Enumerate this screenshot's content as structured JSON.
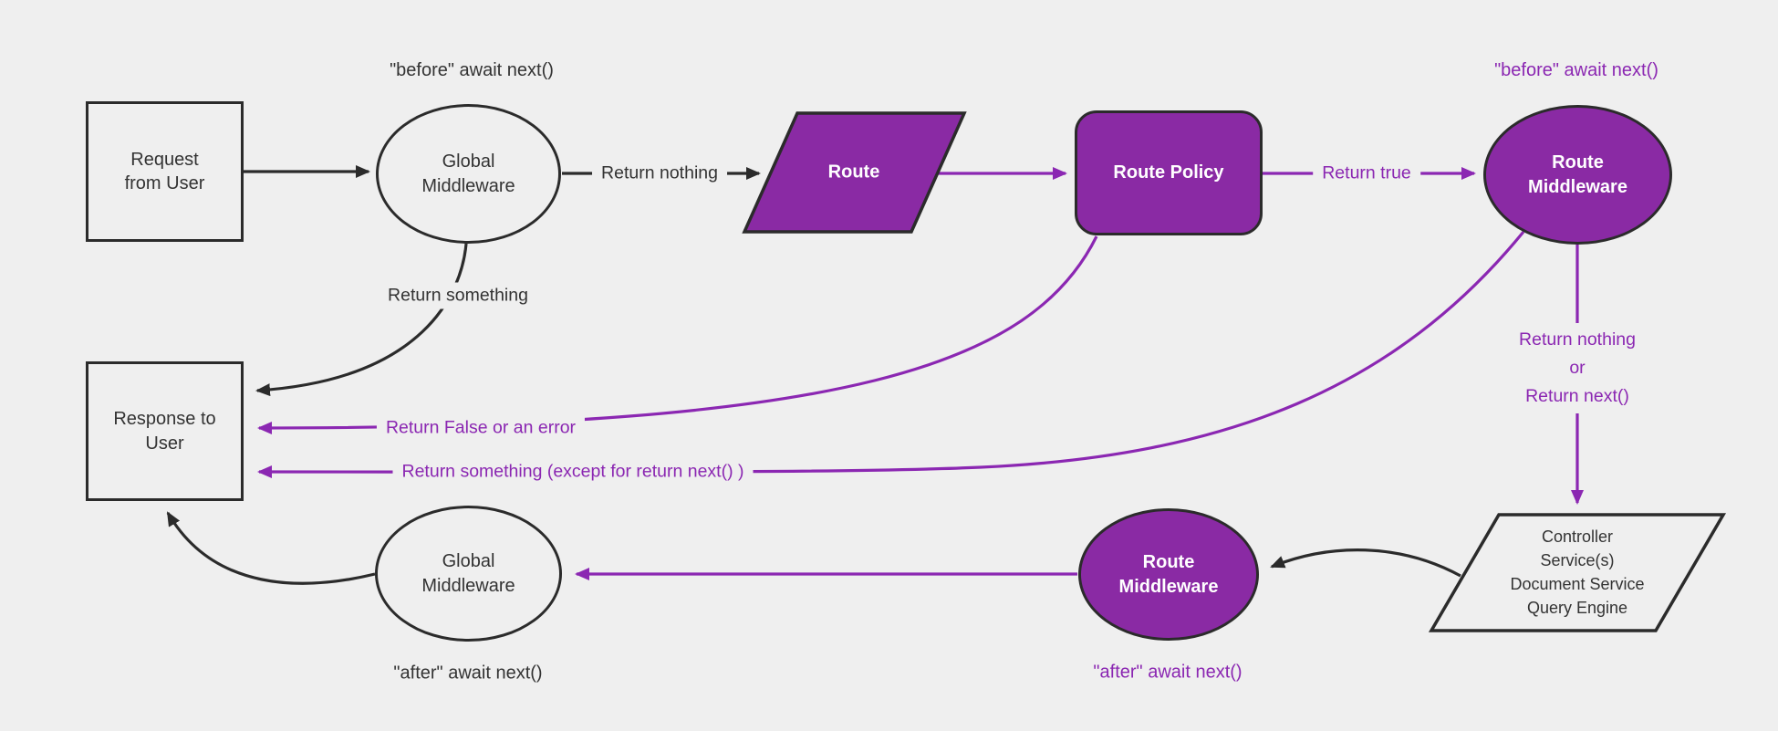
{
  "diagram": {
    "background": "#efefef",
    "colors": {
      "dark_stroke": "#2b2b2b",
      "dark_text": "#333333",
      "purple_fill": "#8a2aa4",
      "purple_line": "#8b27b2",
      "node_text_light": "#ffffff"
    },
    "nodes": {
      "request": {
        "label": "Request from User"
      },
      "global_mw_top": {
        "label": "Global Middleware"
      },
      "route": {
        "label": "Route"
      },
      "route_policy": {
        "label": "Route Policy"
      },
      "route_mw_top": {
        "label": "Route Middleware"
      },
      "services": {
        "lines": [
          "Controller",
          "Service(s)",
          "Document Service",
          "Query Engine"
        ]
      },
      "route_mw_bottom": {
        "label": "Route Middleware"
      },
      "global_mw_bottom": {
        "label": "Global Middleware"
      },
      "response": {
        "label": "Response to User"
      }
    },
    "edge_labels": {
      "before_global": "\"before\" await next()",
      "return_nothing_top": "Return nothing",
      "return_something": "Return something",
      "return_true": "Return true",
      "before_route": "\"before\" await next()",
      "return_nothing_or": [
        "Return nothing",
        "or",
        "Return next()"
      ],
      "return_false": "Return False or an error",
      "return_something_except": "Return something (except for return next() )",
      "after_route": "\"after\" await next()",
      "after_global": "\"after\" await next()"
    }
  }
}
